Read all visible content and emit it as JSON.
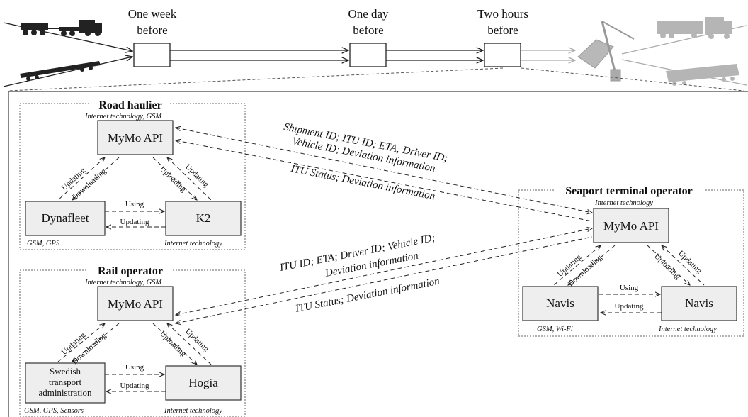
{
  "timeline": {
    "stages": [
      {
        "line1": "One week",
        "line2": "before"
      },
      {
        "line1": "One day",
        "line2": "before"
      },
      {
        "line1": "Two hours",
        "line2": "before"
      }
    ]
  },
  "icons": [
    "truck-icon",
    "rail-wagon-icon",
    "crane-icon",
    "truck-icon-faded",
    "rail-wagon-icon-faded"
  ],
  "road_haulier": {
    "title": "Road haulier",
    "tech": "Internet technology, GSM",
    "api": "MyMo API",
    "left_system": "Dynafleet",
    "right_system": "K2",
    "left_tech": "GSM, GPS",
    "right_tech": "Internet technology",
    "edge_updating_left": "Updating",
    "edge_downloading": "Downloading",
    "edge_uploading": "Uploading",
    "edge_updating_right": "Updating",
    "edge_using": "Using",
    "edge_updating_bottom": "Updating"
  },
  "rail_operator": {
    "title": "Rail operator",
    "tech": "Internet technology, GSM",
    "api": "MyMo API",
    "left_system_lines": [
      "Swedish",
      "transport",
      "administration"
    ],
    "right_system": "Hogia",
    "left_tech": "GSM, GPS, Sensors",
    "right_tech": "Internet technology",
    "edge_updating_left": "Updating",
    "edge_downloading": "Downloading",
    "edge_uploading": "Uploading",
    "edge_updating_right": "Updating",
    "edge_using": "Using",
    "edge_updating_bottom": "Updating"
  },
  "seaport": {
    "title": "Seaport terminal operator",
    "tech": "Internet technology",
    "api": "MyMo API",
    "left_system": "Navis",
    "right_system": "Navis",
    "left_tech": "GSM, Wi-Fi",
    "right_tech": "Internet technology",
    "edge_updating_left": "Updating",
    "edge_downloading": "Downloading",
    "edge_uploading": "Uploading",
    "edge_updating_right": "Updating",
    "edge_using": "Using",
    "edge_updating_bottom": "Updating"
  },
  "messages": {
    "road_to_port_line1": "Shipment ID; ITU ID; ETA; Driver ID;",
    "road_to_port_line2": "Vehicle ID; Deviation information",
    "port_to_road": "ITU Status; Deviation information",
    "rail_to_port_line1": "ITU ID; ETA; Driver ID; Vehicle ID;",
    "rail_to_port_line2": "Deviation information",
    "port_to_rail": "ITU Status; Deviation information"
  }
}
